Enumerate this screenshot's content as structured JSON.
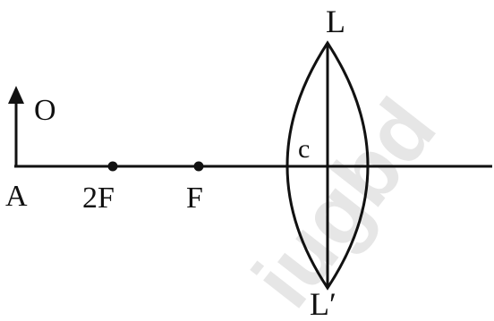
{
  "labels": {
    "lens_top": "L",
    "lens_bottom": "L′",
    "object": "O",
    "object_base": "A",
    "twice_focus": "2F",
    "focus": "F",
    "optical_center": "c"
  },
  "watermark": {
    "text": "iugbd"
  },
  "colors": {
    "ink": "#111111",
    "background": "#ffffff",
    "watermark": "#e6e6e6"
  }
}
